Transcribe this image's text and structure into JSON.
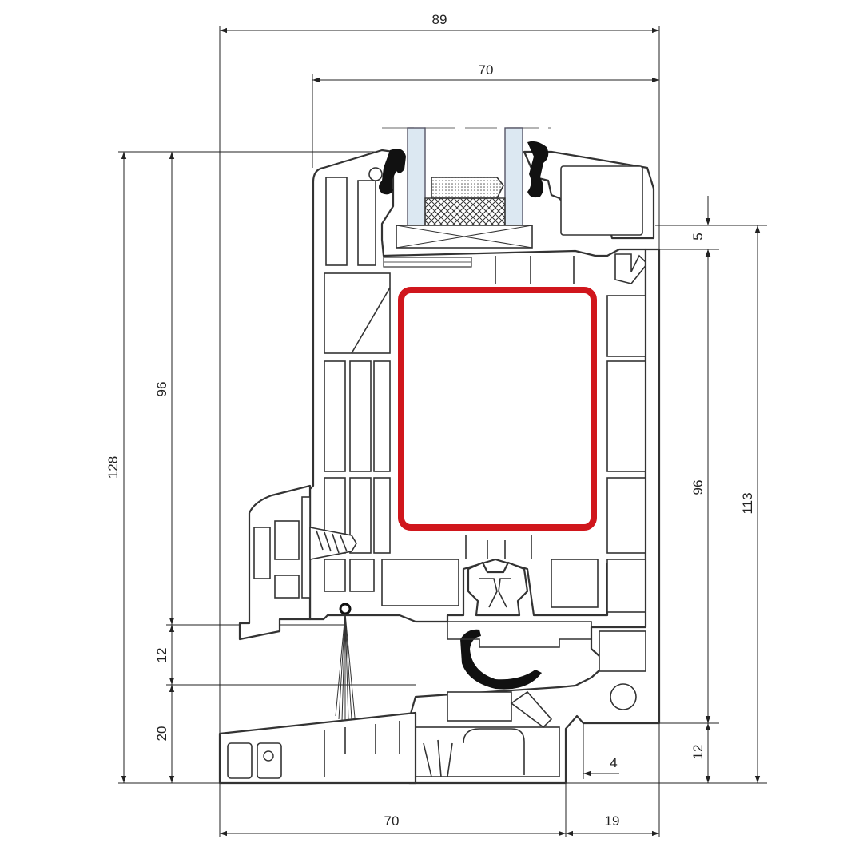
{
  "dimensions": {
    "top_overall": "89",
    "top_sash": "70",
    "left_total": "128",
    "left_sash": "96",
    "left_gap": "12",
    "left_sill": "20",
    "right_total": "113",
    "right_frame": "96",
    "right_glazing": "5",
    "right_bottom": "12",
    "bottom_frame": "70",
    "bottom_extension": "19",
    "bottom_small": "4"
  },
  "colors": {
    "reinforcement": "#d0161c",
    "glazing": "#dce8f2",
    "line": "#333333"
  }
}
